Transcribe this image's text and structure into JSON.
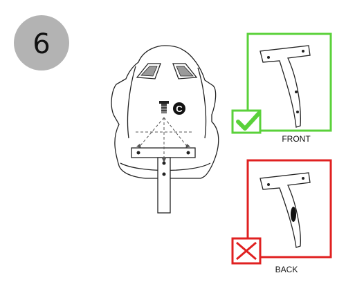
{
  "step": {
    "number": "6"
  },
  "callout": {
    "screw_label": "C"
  },
  "panels": {
    "front": {
      "caption": "FRONT",
      "status": "correct",
      "frame_color": "#5ad13a"
    },
    "back": {
      "caption": "BACK",
      "status": "incorrect",
      "frame_color": "#e02020"
    }
  },
  "colors": {
    "step_badge": "#b3b3b3",
    "line": "#222222",
    "cushion_fill": "#9a9a9a",
    "dashed_guides": "#555555"
  },
  "icons": {
    "correct": "checkmark-icon",
    "incorrect": "x-mark-icon",
    "screw": "screw-icon"
  }
}
